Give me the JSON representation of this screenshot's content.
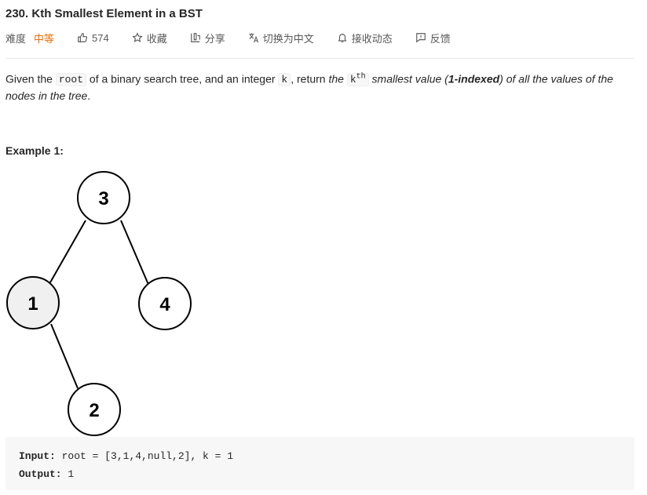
{
  "problem": {
    "title": "230. Kth Smallest Element in a BST"
  },
  "toolbar": {
    "difficulty_label": "难度",
    "difficulty_value": "中等",
    "likes": "574",
    "favorite_label": "收藏",
    "share_label": "分享",
    "translate_label": "切换为中文",
    "subscribe_label": "接收动态",
    "feedback_label": "反馈",
    "difficulty_color": "#ef6c00",
    "icons": [
      "thumbs-up-icon",
      "star-icon",
      "share-icon",
      "translate-icon",
      "bell-icon",
      "feedback-icon"
    ]
  },
  "description": {
    "p1": "Given the ",
    "code_root": "root",
    "p2": " of a binary search tree, and an integer ",
    "code_k": "k",
    "p3": ", return ",
    "em1": "the ",
    "code_kth_base": "k",
    "code_kth_sup": "th",
    "em2": " smallest value (",
    "strong": "1-indexed",
    "em3": ") of all the values of the nodes in the tree",
    "p4": "."
  },
  "example": {
    "title": "Example 1:",
    "tree_nodes": [
      {
        "label": "3",
        "fill": "#ffffff"
      },
      {
        "label": "1",
        "fill": "#f0f0f0"
      },
      {
        "label": "4",
        "fill": "#ffffff"
      },
      {
        "label": "2",
        "fill": "#ffffff"
      }
    ],
    "input_label": "Input:",
    "input_value": "root = [3,1,4,null,2], k = 1",
    "output_label": "Output:",
    "output_value": "1"
  }
}
